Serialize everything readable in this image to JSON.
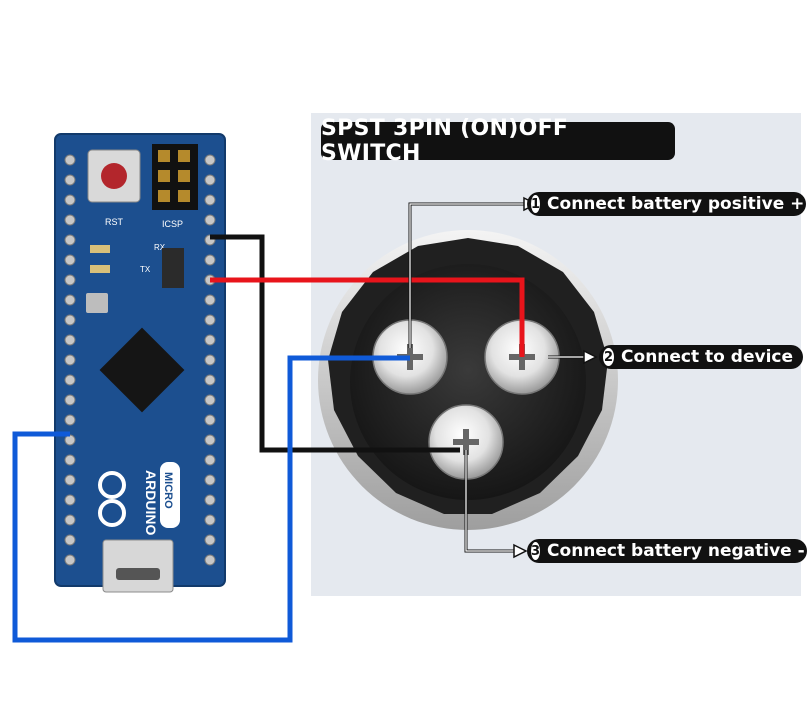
{
  "title": "SPST 3PIN (ON)OFF SWITCH",
  "callouts": [
    {
      "number": "1",
      "text": "Connect battery positive +"
    },
    {
      "number": "2",
      "text": "Connect to device"
    },
    {
      "number": "3",
      "text": "Connect battery negative -"
    }
  ],
  "board": {
    "brand": "ARDUINO",
    "model": "MICRO",
    "reset_label": "RST",
    "icsp_label": "ICSP",
    "tx_label": "TX",
    "rx_label": "RX",
    "brand_color": "#1c4f8f"
  },
  "wires": [
    {
      "color": "#e8141b",
      "from": "board 5V pin",
      "to": "switch pin 2"
    },
    {
      "color": "#111111",
      "from": "board GND pin",
      "to": "switch pin 3"
    },
    {
      "color": "#0f5ad8",
      "from": "board digital pin",
      "to": "switch pin 1"
    }
  ]
}
